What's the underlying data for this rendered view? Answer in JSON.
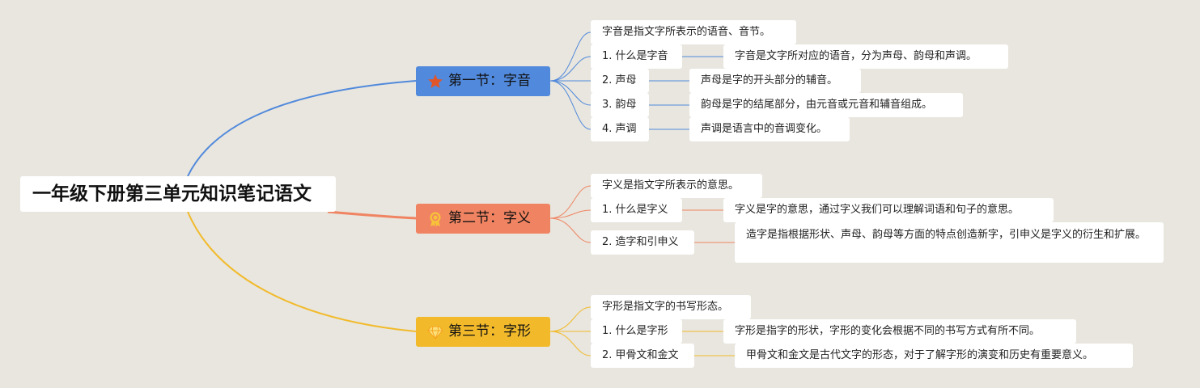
{
  "root": {
    "title": "一年级下册第三单元知识笔记语文"
  },
  "branches": [
    {
      "label": "第一节：字音",
      "icon": "star-icon",
      "color": "#5189dc",
      "summary": "字音是指文字所表示的语音、音节。",
      "items": [
        {
          "label": "1. 什么是字音",
          "detail": "字音是文字所对应的语音，分为声母、韵母和声调。"
        },
        {
          "label": "2. 声母",
          "detail": "声母是字的开头部分的辅音。"
        },
        {
          "label": "3. 韵母",
          "detail": "韵母是字的结尾部分，由元音或元音和辅音组成。"
        },
        {
          "label": "4. 声调",
          "detail": "声调是语言中的音调变化。"
        }
      ]
    },
    {
      "label": "第二节：字义",
      "icon": "award-icon",
      "color": "#f08462",
      "summary": "字义是指文字所表示的意思。",
      "items": [
        {
          "label": "1. 什么是字义",
          "detail": "字义是字的意思，通过字义我们可以理解词语和句子的意思。"
        },
        {
          "label": "2. 造字和引申义",
          "detail": "造字是指根据形状、声母、韵母等方面的特点创造新字，引申义是字义的衍生和扩展。"
        }
      ]
    },
    {
      "label": "第三节：字形",
      "icon": "diamond-icon",
      "color": "#f2ba2b",
      "summary": "字形是指文字的书写形态。",
      "items": [
        {
          "label": "1. 什么是字形",
          "detail": "字形是指字的形状，字形的变化会根据不同的书写方式有所不同。"
        },
        {
          "label": "2. 甲骨文和金文",
          "detail": "甲骨文和金文是古代文字的形态，对于了解字形的演变和历史有重要意义。"
        }
      ]
    }
  ]
}
